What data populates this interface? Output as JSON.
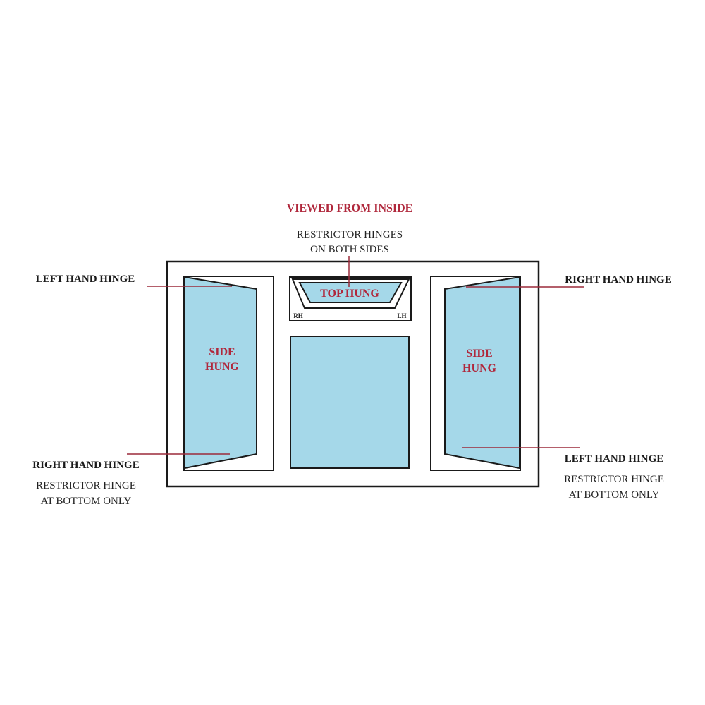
{
  "header": {
    "viewed_from": "VIEWED FROM INSIDE",
    "restrictor_both_line1": "RESTRICTOR HINGES",
    "restrictor_both_line2": "ON BOTH SIDES"
  },
  "top_sash": {
    "label": "TOP HUNG",
    "rh": "RH",
    "lh": "LH"
  },
  "left_sash": {
    "line1": "SIDE",
    "line2": "HUNG",
    "top_label": "LEFT HAND HINGE",
    "bottom_label": "RIGHT HAND HINGE",
    "note_line1": "RESTRICTOR HINGE",
    "note_line2": "AT BOTTOM ONLY"
  },
  "right_sash": {
    "line1": "SIDE",
    "line2": "HUNG",
    "top_label": "RIGHT HAND HINGE",
    "bottom_label": "LEFT HAND HINGE",
    "note_line1": "RESTRICTOR HINGE",
    "note_line2": "AT BOTTOM ONLY"
  },
  "colors": {
    "glass": "#a5d8e9",
    "frame": "#1a1a1a",
    "accent_red": "#b0283c",
    "leader": "#9b2a3a",
    "text_dark": "#222222"
  }
}
